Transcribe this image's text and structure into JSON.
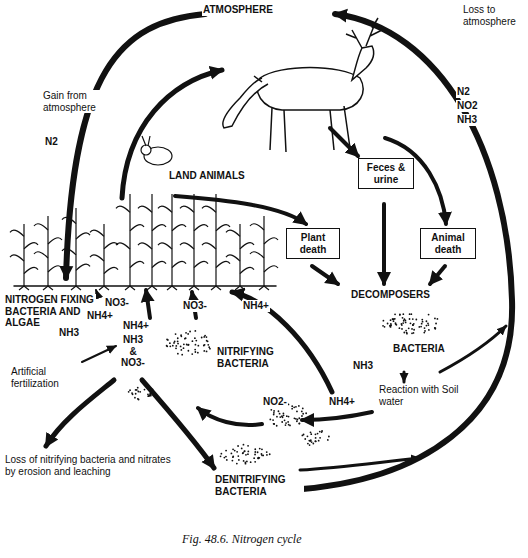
{
  "diagram": {
    "caption": "Fig. 48.6. Nitrogen cycle",
    "nodes": [
      {
        "text": [
          "Feces & urine"
        ]
      },
      {
        "text": [
          "Plant death"
        ]
      },
      {
        "text": [
          "Animal death"
        ]
      }
    ],
    "labels": [
      "ATMOSPHERE",
      "Loss to atmosphere",
      "Gain from atmosphere",
      "N2",
      "LAND ANIMALS",
      "N2",
      "NO2",
      "NH3",
      "DECOMPOSERS",
      "BACTERIA",
      "NH3",
      "Reaction with Soil water",
      "NITROGEN FIXING BACTERIA AND ALGAE",
      "NO3-",
      "NH3",
      "NH4+",
      "NH4+",
      "NH3 & NO3-",
      "NO3-",
      "NH4+",
      "NITRIFYING BACTERIA",
      "NO2-",
      "NH4+",
      "Artificial fertilization",
      "Loss of nitrifying bacteria and nitrates by erosion and leaching",
      "DENITRIFYING BACTERIA"
    ]
  }
}
